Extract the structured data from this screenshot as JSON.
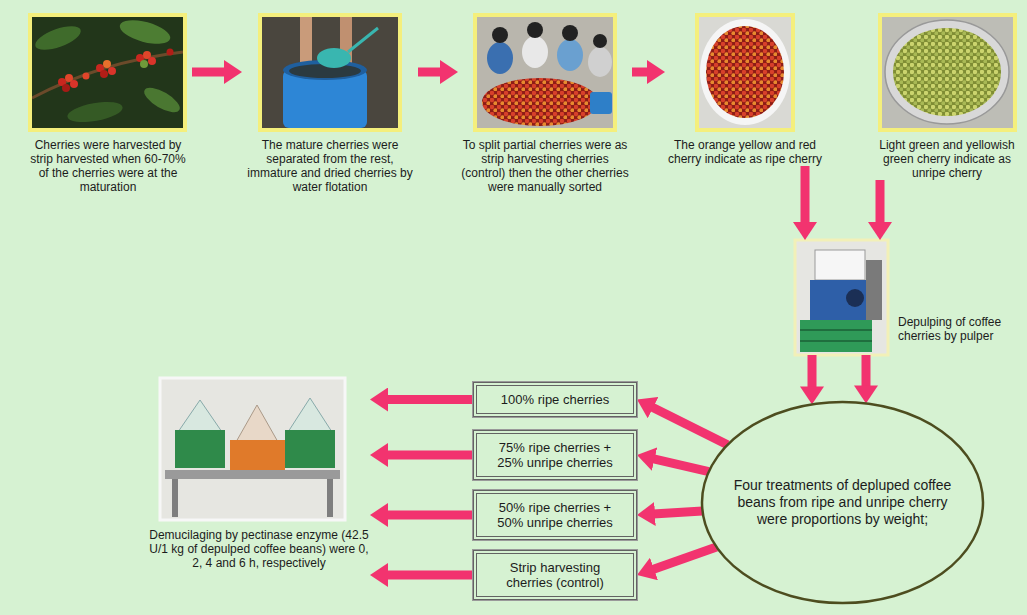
{
  "diagram": {
    "nodes": [
      {
        "text": [
          "Cherries were harvested by strip harvested when 60-70% of the cherries were at the maturation"
        ]
      },
      {
        "text": [
          "The mature cherries were separated from the rest, immature and dried cherries by water flotation"
        ]
      },
      {
        "text": [
          "To split partial cherries were as strip harvesting cherries (control) then the other cherries were manually sorted"
        ]
      },
      {
        "text": [
          "The orange yellow and red cherry indicate as ripe cherry"
        ]
      },
      {
        "text": [
          "Light green and yellowish green cherry indicate as unripe cherry"
        ]
      },
      {
        "text": [
          "Depulping of coffee cherries by pulper"
        ]
      },
      {
        "text": [
          "Four treatments of depluped coffee beans from ripe and unripe cherry were proportions by weight;"
        ]
      },
      {
        "text": [
          "100% ripe cherries"
        ]
      },
      {
        "text": [
          "75% ripe cherries + 25% unripe cherries"
        ]
      },
      {
        "text": [
          "50% ripe cherries + 50% unripe cherries"
        ]
      },
      {
        "text": [
          "Strip harvesting cherries (control)"
        ]
      },
      {
        "text": [
          "Demucilaging by pectinase enzyme (42.5 U/1 kg of depulped coffee beans) were 0, 2, 4 and 6 h, respectively"
        ]
      }
    ],
    "edges": [
      {
        "from": 0,
        "to": 1,
        "arrow": "to"
      },
      {
        "from": 1,
        "to": 2,
        "arrow": "to"
      },
      {
        "from": 2,
        "to": 3,
        "arrow": "to"
      },
      {
        "from": 3,
        "to": 5,
        "arrow": "to"
      },
      {
        "from": 4,
        "to": 5,
        "arrow": "to"
      },
      {
        "from": 5,
        "to": 6,
        "arrow": "to"
      },
      {
        "from": 5,
        "to": 6,
        "arrow": "to"
      },
      {
        "from": 6,
        "to": 7,
        "arrow": "to"
      },
      {
        "from": 6,
        "to": 8,
        "arrow": "to"
      },
      {
        "from": 6,
        "to": 9,
        "arrow": "to"
      },
      {
        "from": 6,
        "to": 10,
        "arrow": "to"
      },
      {
        "from": 7,
        "to": 11,
        "arrow": "to"
      },
      {
        "from": 8,
        "to": 11,
        "arrow": "to"
      },
      {
        "from": 9,
        "to": 11,
        "arrow": "to"
      },
      {
        "from": 10,
        "to": 11,
        "arrow": "to"
      }
    ]
  }
}
